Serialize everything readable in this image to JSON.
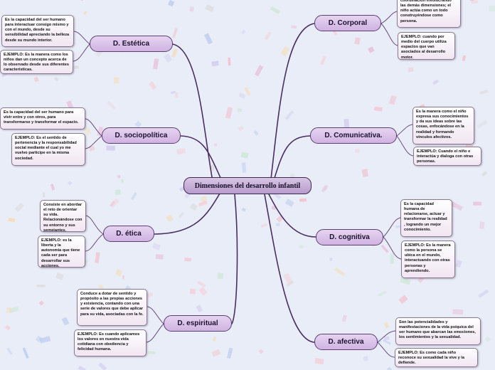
{
  "diagram": {
    "central": "Dimensiones del desarrollo infantil",
    "branches": {
      "estetica": {
        "label": "D. Estética",
        "notes": [
          "Es la capacidad del ser humano para interactuar consigo mismo y con el mundo, desde su sensibilidad apreciando la belleza desde su mundo interior.",
          "EJEMPLO: Es la manera como los niños dan un concepto acerca de lo observado desde sus diferentes características."
        ]
      },
      "sociopolitica": {
        "label": "D. sociopolítica",
        "notes": [
          "Es la capacidad del ser humano  para vivir entre y con otros, para transformarse y transformar el espacio.",
          "EJEMPLO: Es el sentido de pertenencia y la responsabilidad social mediante el cual yo me vuelvo participe en la misma sociedad."
        ]
      },
      "etica": {
        "label": "D. ética",
        "notes": [
          "Consiste en abordar el reto de orientar su vida. Relacionándose con su entorno y sus semejantes.",
          "EJEMPLO: es la liberta y la autonomía que tiene cada ser para desarrollar sus acciones."
        ]
      },
      "espiritual": {
        "label": "D. espiritual",
        "notes": [
          "Conduce a dotar de sentido y propósito a las propias acciones y existencia, contando con una serie de valores que debe aplicar para su vida, asociadas con la fe.",
          "EJEMPLO: Es cuando aplicamos los valores en nuestra vida cotidiana con obediencia y felicidad humana."
        ]
      },
      "corporal": {
        "label": "D. Corporal",
        "notes": [
          "coordinación involucrando las demás dimensiones; el niño actúa como un todo construyéndose como persona.",
          "EJEMPLO: cuando por medio del cuerpo utiliza espacios que van asociados al desarrollo motor."
        ]
      },
      "comunicativa": {
        "label": "D. Comunicativa.",
        "notes": [
          "Es la manera como el niño expresa sus conocimientos y da sus ideas sobre las cosas, enfocándose en la realidad y formando vínculos afectivos.",
          "EJEMPLO: Cuando el niño e interactúa y dialoga con otras personas."
        ]
      },
      "cognitiva": {
        "label": "D. cognitiva",
        "notes": [
          "Es la capacidad humana de relacionarse, actuar y transformar la realidad , logrando un mejor conocimiento.",
          "EJEMPLO: Es la manera como la persona se ubica en el mundo, interactuando con otras personas y aprendiendo."
        ]
      },
      "afectiva": {
        "label": "D. afectiva",
        "notes": [
          "Son las potencialidades y manifestaciones de la vida psíquica del ser humano que abarcan las emociones, los sentimientos y la sexualidad.",
          "EJEMPLO: Es como cada niño reconoce su sexualidad la vive y la defiende."
        ]
      }
    }
  }
}
